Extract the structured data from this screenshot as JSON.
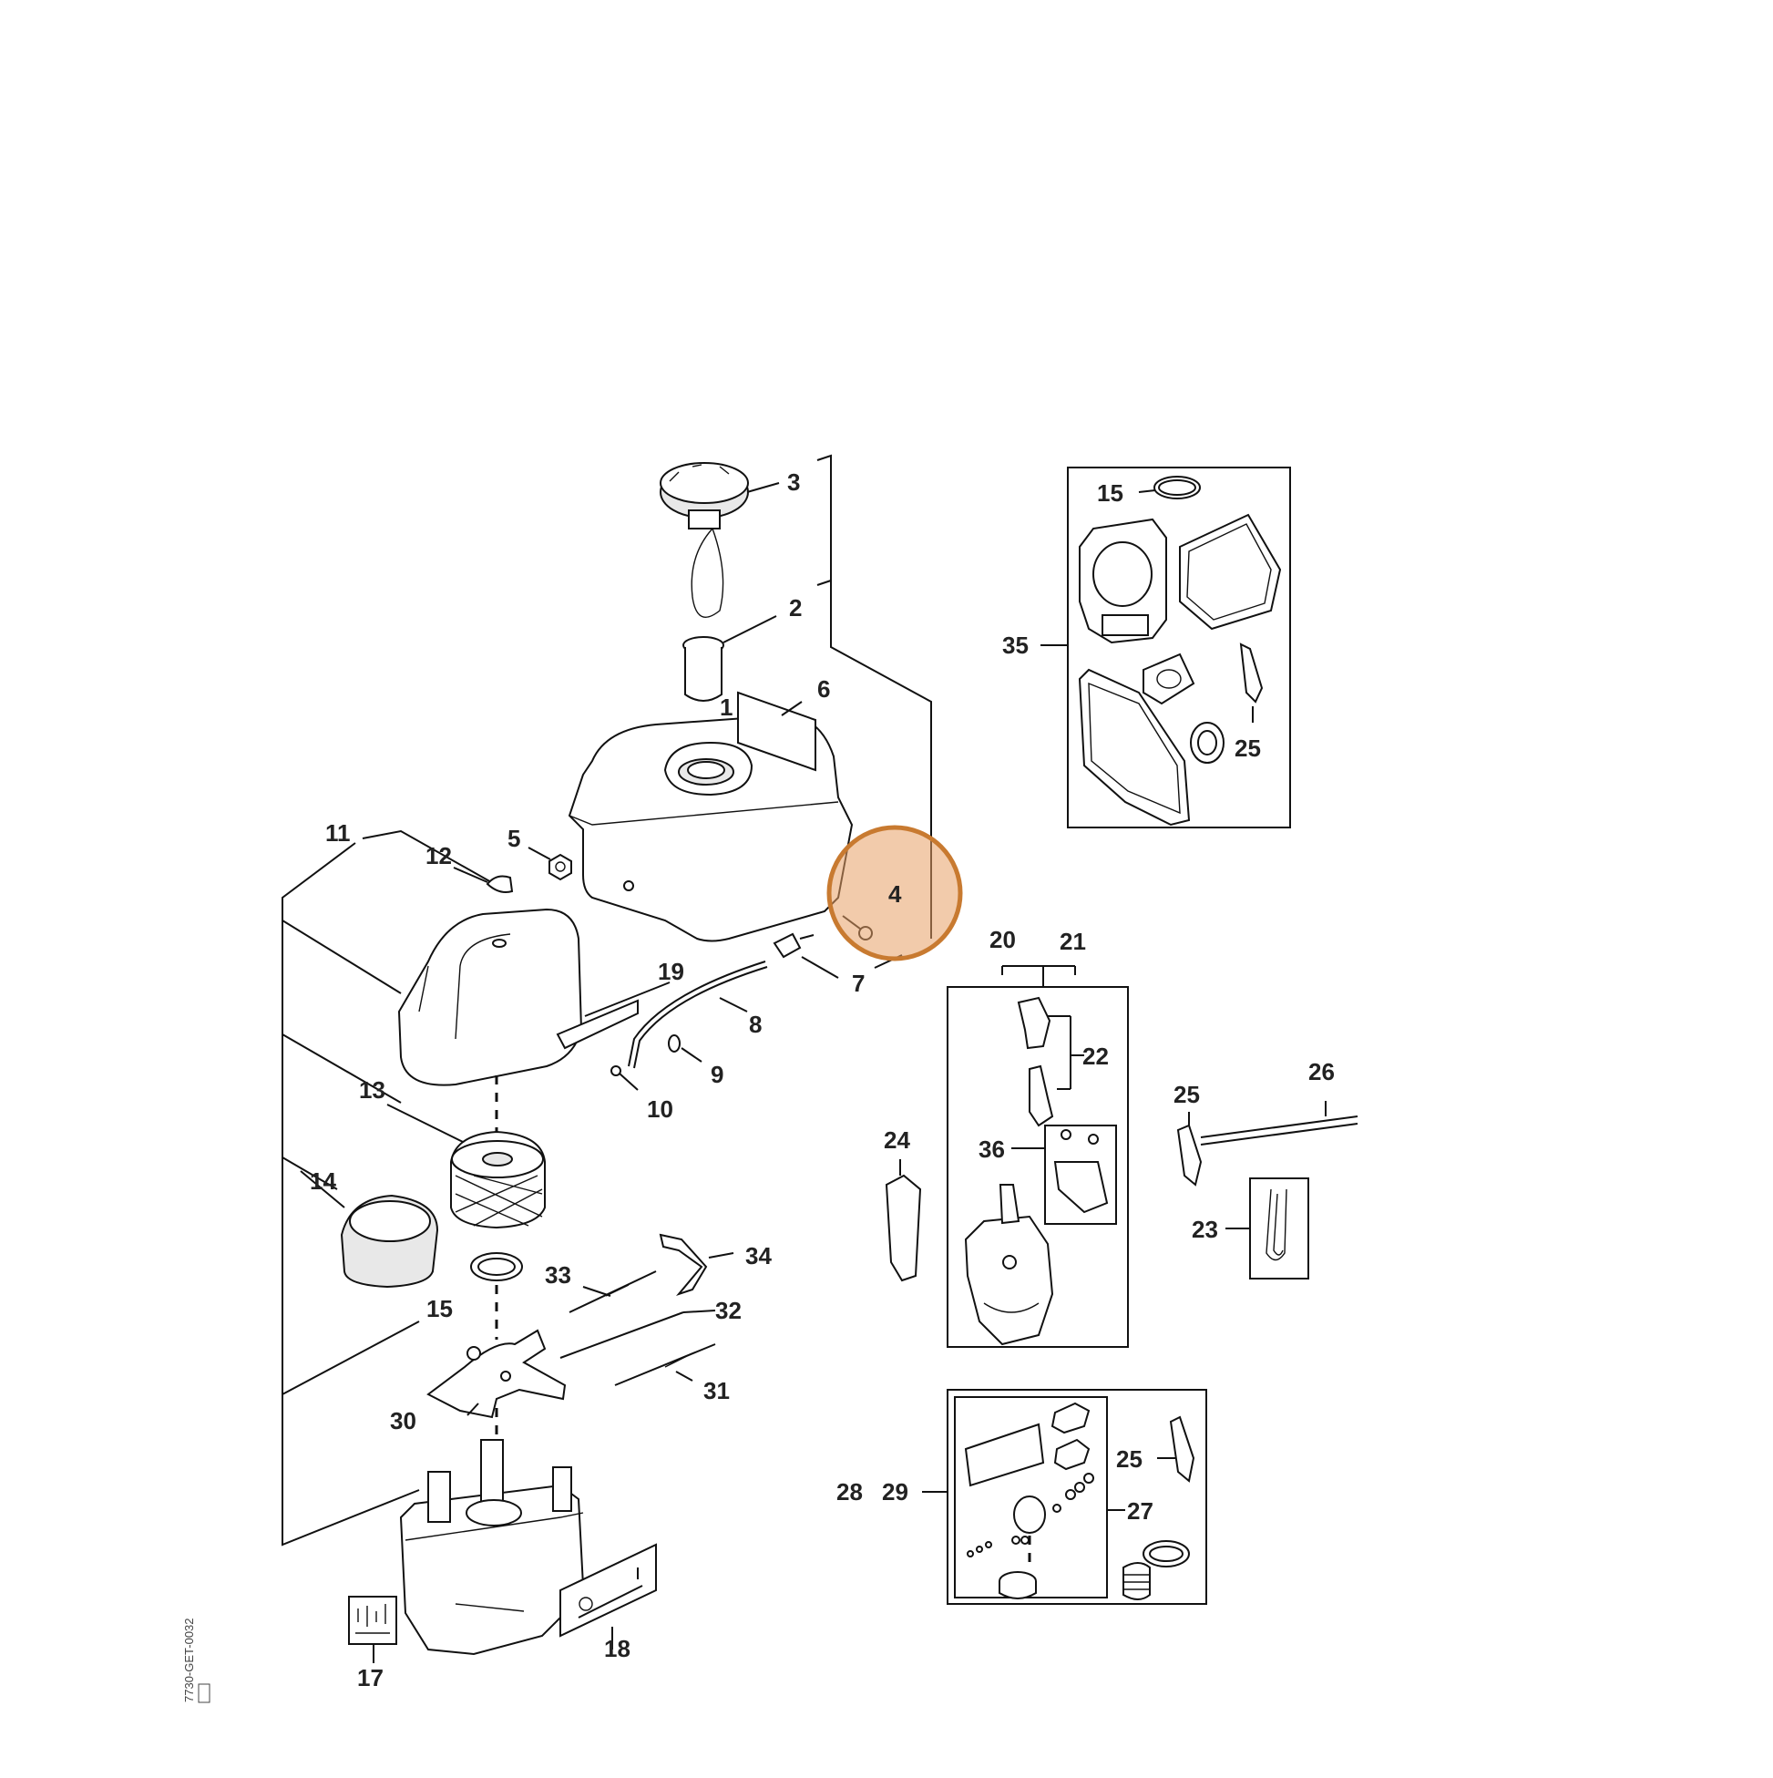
{
  "diagram": {
    "callouts": [
      "1",
      "2",
      "3",
      "4",
      "5",
      "6",
      "7",
      "8",
      "9",
      "10",
      "11",
      "12",
      "13",
      "14",
      "15",
      "15",
      "17",
      "18",
      "19",
      "20",
      "21",
      "22",
      "23",
      "24",
      "25",
      "25",
      "25",
      "26",
      "27",
      "28",
      "29",
      "30",
      "31",
      "32",
      "33",
      "34",
      "35",
      "36"
    ],
    "highlighted_callout": "4",
    "highlight_color": "#e8a066",
    "drawing_code": "7730-GET-0032"
  }
}
